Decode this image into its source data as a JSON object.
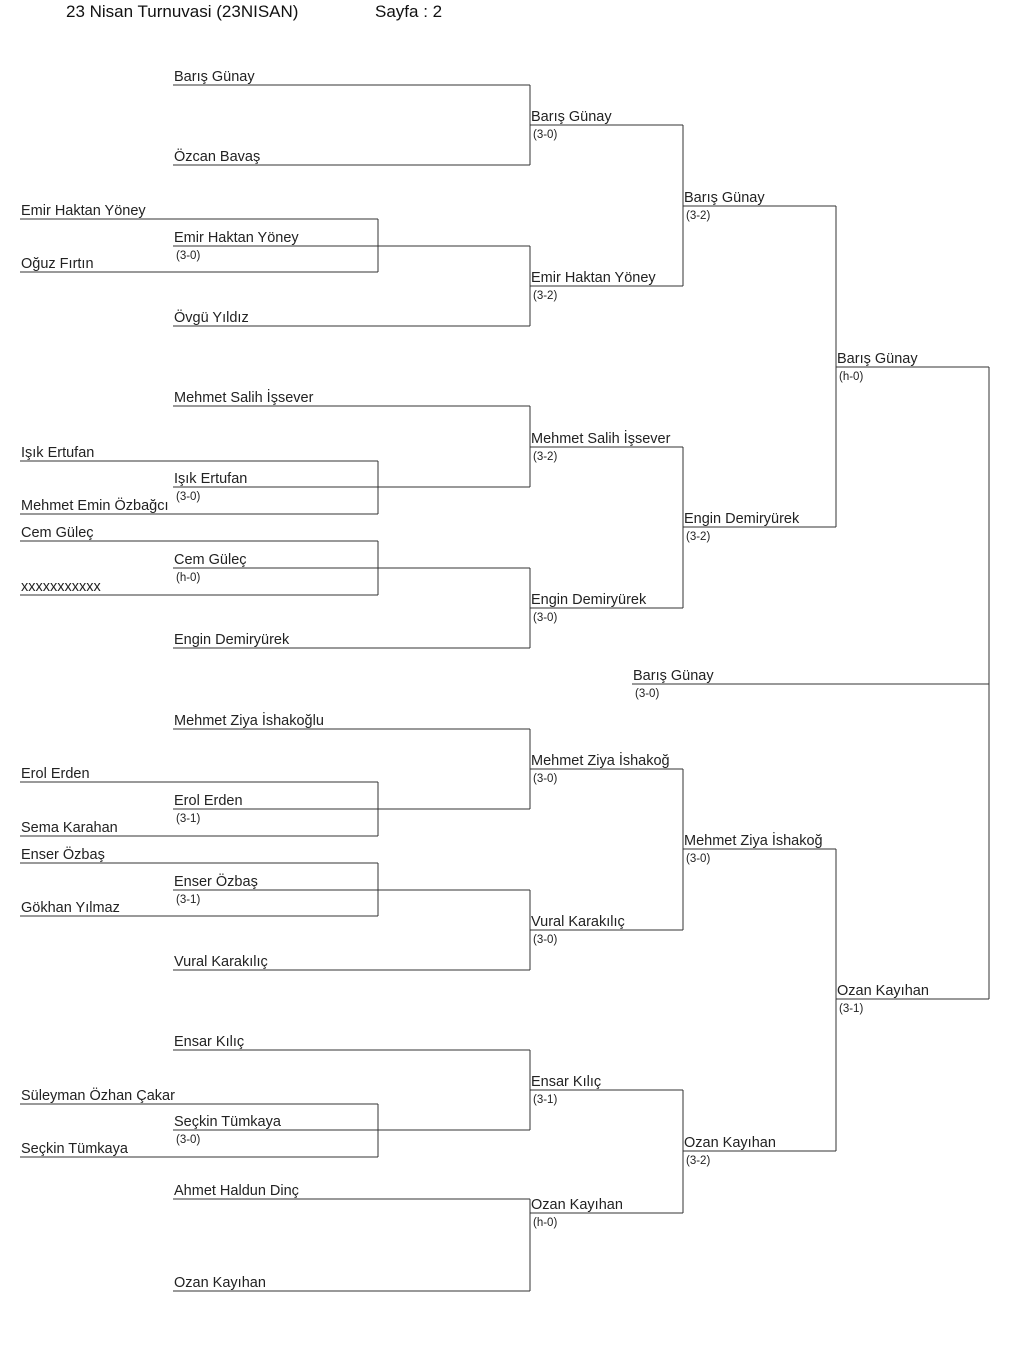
{
  "header": {
    "title": "23 Nisan Turnuvasi (23NISAN)",
    "page": "Sayfa : 2"
  },
  "bracket": {
    "round1": [
      {
        "name": "Emir Haktan Yöney"
      },
      {
        "name": "Oğuz Fırtın"
      },
      {
        "name": "Işık Ertufan"
      },
      {
        "name": "Mehmet Emin Özbağcı"
      },
      {
        "name": "Cem Güleç"
      },
      {
        "name": "xxxxxxxxxxx"
      },
      {
        "name": "Erol Erden"
      },
      {
        "name": "Sema Karahan"
      },
      {
        "name": "Enser Özbaş"
      },
      {
        "name": "Gökhan Yılmaz"
      },
      {
        "name": "Süleyman Özhan Çakar"
      },
      {
        "name": "Seçkin Tümkaya"
      }
    ],
    "round2": [
      {
        "name": "Barış Günay"
      },
      {
        "name": "Özcan Bavaş"
      },
      {
        "name": "Emir Haktan Yöney",
        "score": "(3-0)"
      },
      {
        "name": "Övgü Yıldız"
      },
      {
        "name": "Mehmet Salih İşsever"
      },
      {
        "name": "Işık Ertufan",
        "score": "(3-0)"
      },
      {
        "name": "Cem Güleç",
        "score": "(h-0)"
      },
      {
        "name": "Engin Demiryürek"
      },
      {
        "name": "Mehmet Ziya İshakoğlu"
      },
      {
        "name": "Erol Erden",
        "score": "(3-1)"
      },
      {
        "name": "Enser Özbaş",
        "score": "(3-1)"
      },
      {
        "name": "Vural Karakılıç"
      },
      {
        "name": "Ensar Kılıç"
      },
      {
        "name": "Seçkin Tümkaya",
        "score": "(3-0)"
      },
      {
        "name": "Ahmet Haldun Dinç"
      },
      {
        "name": "Ozan Kayıhan"
      }
    ],
    "round3": [
      {
        "name": "Barış Günay",
        "score": "(3-0)"
      },
      {
        "name": "Emir Haktan Yöney",
        "score": "(3-2)"
      },
      {
        "name": "Mehmet Salih İşsever",
        "score": "(3-2)"
      },
      {
        "name": "Engin Demiryürek",
        "score": "(3-0)"
      },
      {
        "name": "Mehmet Ziya İshakoğ",
        "score": "(3-0)"
      },
      {
        "name": "Vural Karakılıç",
        "score": "(3-0)"
      },
      {
        "name": "Ensar Kılıç",
        "score": "(3-1)"
      },
      {
        "name": "Ozan Kayıhan",
        "score": "(h-0)"
      }
    ],
    "round4": [
      {
        "name": "Barış Günay",
        "score": "(3-2)"
      },
      {
        "name": "Engin Demiryürek",
        "score": "(3-2)"
      },
      {
        "name": "Mehmet Ziya İshakoğ",
        "score": "(3-0)"
      },
      {
        "name": "Ozan Kayıhan",
        "score": "(3-2)"
      }
    ],
    "round5": [
      {
        "name": "Barış Günay",
        "score": "(h-0)"
      },
      {
        "name": "Ozan Kayıhan",
        "score": "(3-1)"
      }
    ],
    "champion": {
      "name": "Barış Günay",
      "score": "(3-0)"
    }
  }
}
